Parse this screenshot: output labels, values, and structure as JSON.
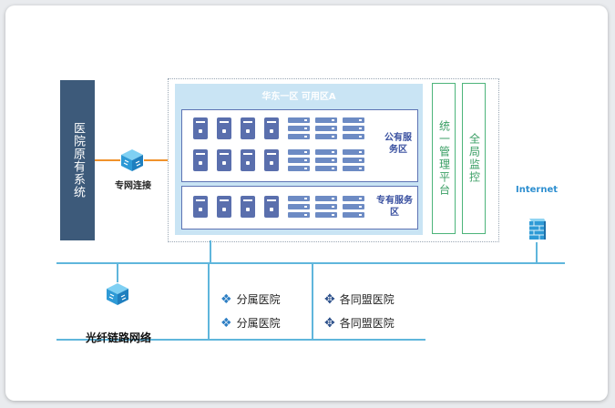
{
  "nodes": {
    "legacy_system": "医院原有系统",
    "private_link": "专网连接",
    "zone_title": "华东一区 可用区A",
    "public_zone": "公有服务区",
    "private_zone": "专有服务区",
    "unified_platform": "统一管理平台",
    "global_monitor": "全局监控",
    "internet": "Internet",
    "fiber_network": "光纤链路网络",
    "branch_hospitals": [
      "分属医院",
      "分属医院"
    ],
    "alliance_hospitals": [
      "各同盟医院",
      "各同盟医院"
    ]
  },
  "colors": {
    "legacy_bg": "#3d5a7a",
    "zone_bg": "#c9e4f4",
    "server_blue": "#5a6fad",
    "link_orange": "#f0922b",
    "network_line": "#5fb6dc",
    "panel_green": "#4db47a"
  },
  "icons": {
    "switch": "switch-cube-icon",
    "tower_server": "tower-server-icon",
    "rack_server": "rack-server-icon",
    "firewall": "firewall-icon",
    "branch": "diamond-cluster-icon",
    "alliance": "plus-cluster-icon"
  }
}
